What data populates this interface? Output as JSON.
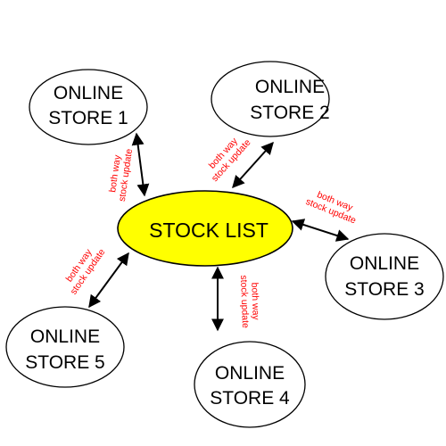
{
  "colors": {
    "hub_fill": "#ffff00",
    "node_fill": "#ffffff",
    "stroke": "#000000",
    "edge_label": "#ff0000"
  },
  "hub": {
    "label": "STOCK LIST"
  },
  "stores": [
    {
      "line1": "ONLINE",
      "line2": "STORE 1"
    },
    {
      "line1": "ONLINE",
      "line2": "STORE 2"
    },
    {
      "line1": "ONLINE",
      "line2": "STORE 3"
    },
    {
      "line1": "ONLINE",
      "line2": "STORE 4"
    },
    {
      "line1": "ONLINE",
      "line2": "STORE 5"
    }
  ],
  "edges": [
    {
      "line1": "both way",
      "line2": "stock update"
    },
    {
      "line1": "both way",
      "line2": "stock update"
    },
    {
      "line1": "both way",
      "line2": "stock update"
    },
    {
      "line1": "both way",
      "line2": "stock update"
    },
    {
      "line1": "both way",
      "line2": "stock update"
    }
  ]
}
